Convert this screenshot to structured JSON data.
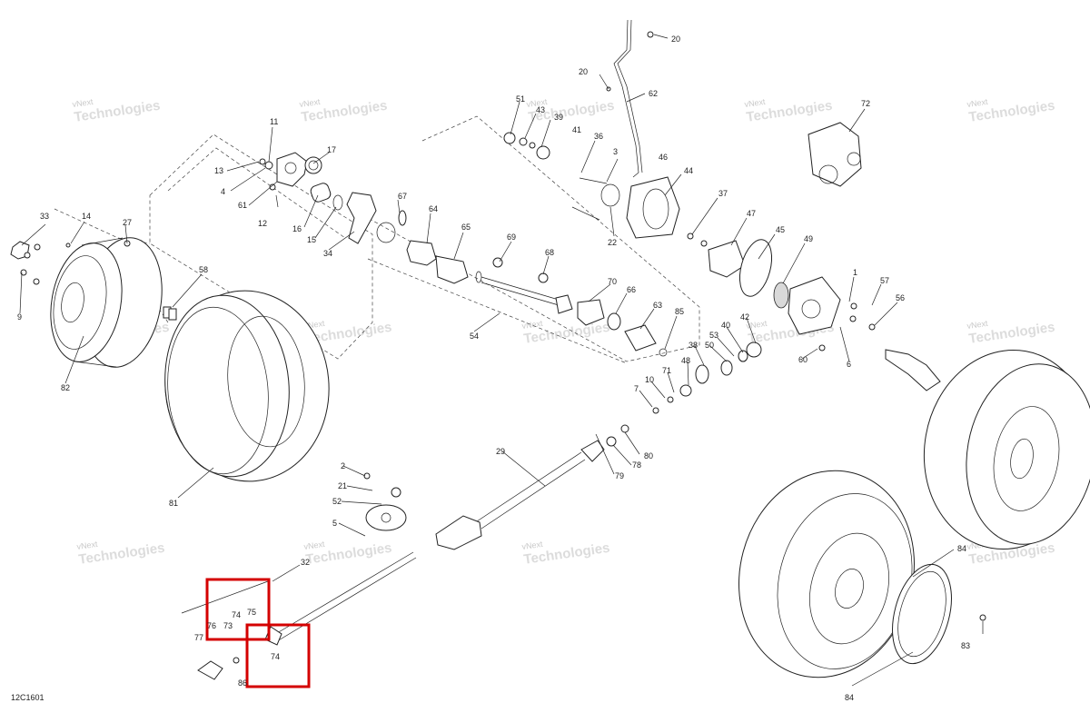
{
  "drawing_code": "12C1601",
  "watermark": {
    "line1": "vNext",
    "line2": "Technologies"
  },
  "callouts": [
    "20",
    "20",
    "62",
    "51",
    "43",
    "39",
    "41",
    "36",
    "3",
    "46",
    "44",
    "72",
    "11",
    "17",
    "13",
    "4",
    "61",
    "12",
    "16",
    "15",
    "34",
    "67",
    "64",
    "65",
    "37",
    "22",
    "47",
    "45",
    "49",
    "33",
    "14",
    "27",
    "9",
    "58",
    "82",
    "69",
    "68",
    "54",
    "70",
    "66",
    "63",
    "85",
    "1",
    "57",
    "56",
    "42",
    "40",
    "53",
    "50",
    "38",
    "48",
    "60",
    "6",
    "71",
    "10",
    "7",
    "29",
    "80",
    "78",
    "79",
    "81",
    "2",
    "21",
    "52",
    "5",
    "32",
    "74",
    "75",
    "76",
    "73",
    "77",
    "74",
    "86",
    "84",
    "83",
    "84"
  ]
}
